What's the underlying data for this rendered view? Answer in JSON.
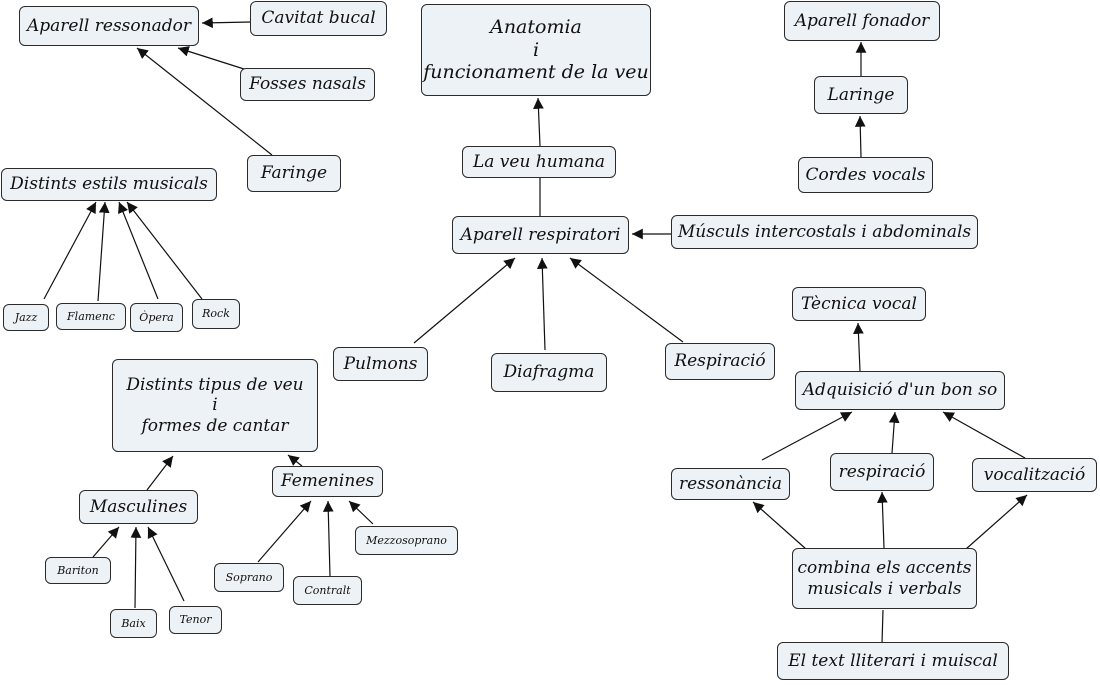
{
  "diagram": {
    "title": "Anatomia\ni\nfuncionament de la veu",
    "colors": {
      "node_fill": "#ecf2f5",
      "node_border": "#2b2b2b",
      "edge": "#111111"
    },
    "nodes": [
      {
        "id": "anatomia",
        "label": "Anatomia\ni\nfuncionament de la veu"
      },
      {
        "id": "veu_humana",
        "label": "La veu humana"
      },
      {
        "id": "aparell_respiratori",
        "label": "Aparell respiratori"
      },
      {
        "id": "muscles",
        "label": "Músculs intercostals i abdominals"
      },
      {
        "id": "pulmons",
        "label": "Pulmons"
      },
      {
        "id": "diafragma",
        "label": "Diafragma"
      },
      {
        "id": "respiracio_cap",
        "label": "Respiració"
      },
      {
        "id": "aparell_fonador",
        "label": "Aparell fonador"
      },
      {
        "id": "laringe",
        "label": "Laringe"
      },
      {
        "id": "cordes_vocals",
        "label": "Cordes vocals"
      },
      {
        "id": "aparell_ressonador",
        "label": "Aparell ressonador"
      },
      {
        "id": "cavitat_bucal",
        "label": "Cavitat bucal"
      },
      {
        "id": "fosses_nasals",
        "label": "Fosses nasals"
      },
      {
        "id": "faringe",
        "label": "Faringe"
      },
      {
        "id": "estils",
        "label": "Distints estils musicals"
      },
      {
        "id": "jazz",
        "label": "Jazz"
      },
      {
        "id": "flamenc",
        "label": "Flamenc"
      },
      {
        "id": "opera",
        "label": "Òpera"
      },
      {
        "id": "rock",
        "label": "Rock"
      },
      {
        "id": "tipus_veu",
        "label": "Distints tipus de  veu\ni\nformes de cantar"
      },
      {
        "id": "masculines",
        "label": "Masculines"
      },
      {
        "id": "femenines",
        "label": "Femenines"
      },
      {
        "id": "bariton",
        "label": "Bariton"
      },
      {
        "id": "baix",
        "label": "Baix"
      },
      {
        "id": "tenor",
        "label": "Tenor"
      },
      {
        "id": "soprano",
        "label": "Soprano"
      },
      {
        "id": "contralt",
        "label": "Contralt"
      },
      {
        "id": "mezzosoprano",
        "label": "Mezzosoprano"
      },
      {
        "id": "tecnica_vocal",
        "label": "Tècnica vocal"
      },
      {
        "id": "bon_so",
        "label": "Adquisició d'un bon so"
      },
      {
        "id": "ressonancia",
        "label": "ressonància"
      },
      {
        "id": "respiracio_low",
        "label": "respiració"
      },
      {
        "id": "vocalitzacio",
        "label": "vocalització"
      },
      {
        "id": "combina",
        "label": "combina els accents\nmusicals i verbals"
      },
      {
        "id": "text_literari",
        "label": "El text lliterari i muiscal"
      }
    ],
    "edges": [
      {
        "from": "veu_humana",
        "to": "anatomia",
        "arrow": true
      },
      {
        "from": "aparell_respiratori",
        "to": "veu_humana",
        "arrow": false
      },
      {
        "from": "muscles",
        "to": "aparell_respiratori",
        "arrow": true
      },
      {
        "from": "pulmons",
        "to": "aparell_respiratori",
        "arrow": true
      },
      {
        "from": "diafragma",
        "to": "aparell_respiratori",
        "arrow": true
      },
      {
        "from": "respiracio_cap",
        "to": "aparell_respiratori",
        "arrow": true
      },
      {
        "from": "laringe",
        "to": "aparell_fonador",
        "arrow": true
      },
      {
        "from": "cordes_vocals",
        "to": "laringe",
        "arrow": true
      },
      {
        "from": "cavitat_bucal",
        "to": "aparell_ressonador",
        "arrow": true
      },
      {
        "from": "fosses_nasals",
        "to": "aparell_ressonador",
        "arrow": true
      },
      {
        "from": "faringe",
        "to": "aparell_ressonador",
        "arrow": true
      },
      {
        "from": "jazz",
        "to": "estils",
        "arrow": true
      },
      {
        "from": "flamenc",
        "to": "estils",
        "arrow": true
      },
      {
        "from": "opera",
        "to": "estils",
        "arrow": true
      },
      {
        "from": "rock",
        "to": "estils",
        "arrow": true
      },
      {
        "from": "masculines",
        "to": "tipus_veu",
        "arrow": true
      },
      {
        "from": "femenines",
        "to": "tipus_veu",
        "arrow": true
      },
      {
        "from": "bariton",
        "to": "masculines",
        "arrow": true
      },
      {
        "from": "baix",
        "to": "masculines",
        "arrow": true
      },
      {
        "from": "tenor",
        "to": "masculines",
        "arrow": true
      },
      {
        "from": "soprano",
        "to": "femenines",
        "arrow": true
      },
      {
        "from": "contralt",
        "to": "femenines",
        "arrow": true
      },
      {
        "from": "mezzosoprano",
        "to": "femenines",
        "arrow": true
      },
      {
        "from": "bon_so",
        "to": "tecnica_vocal",
        "arrow": true
      },
      {
        "from": "ressonancia",
        "to": "bon_so",
        "arrow": true
      },
      {
        "from": "respiracio_low",
        "to": "bon_so",
        "arrow": true
      },
      {
        "from": "vocalitzacio",
        "to": "bon_so",
        "arrow": true
      },
      {
        "from": "combina",
        "to": "ressonancia",
        "arrow": true
      },
      {
        "from": "combina",
        "to": "respiracio_low",
        "arrow": true
      },
      {
        "from": "combina",
        "to": "vocalitzacio",
        "arrow": true
      },
      {
        "from": "text_literari",
        "to": "combina",
        "arrow": false
      }
    ]
  }
}
